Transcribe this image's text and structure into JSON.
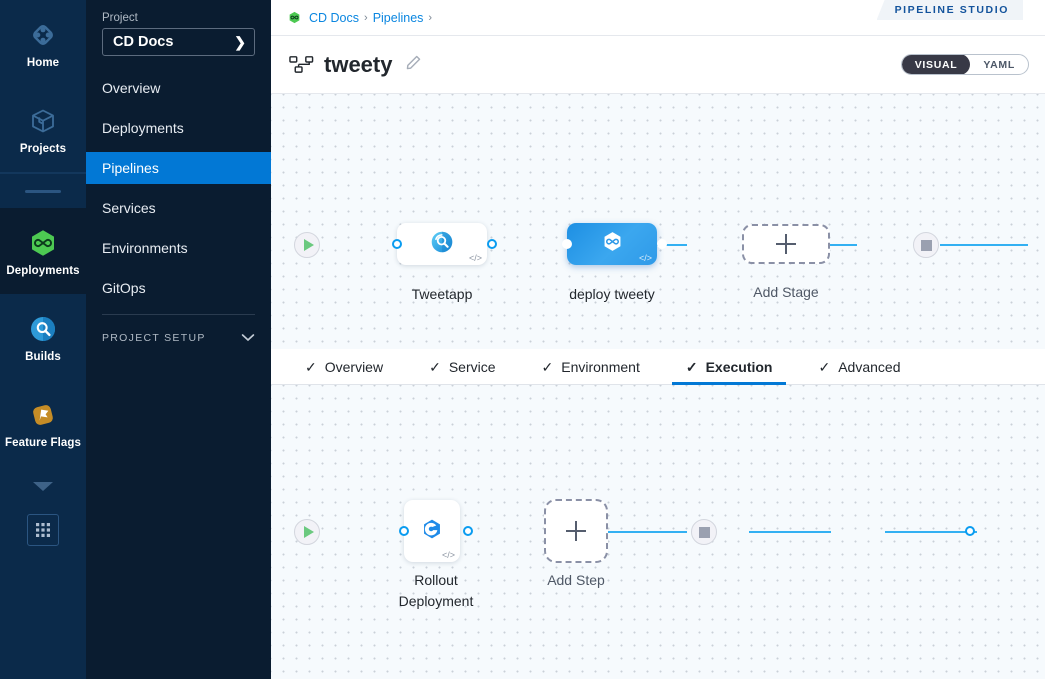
{
  "rail": {
    "items": [
      {
        "label": "Home",
        "icon": "home-diamond-icon"
      },
      {
        "label": "Projects",
        "icon": "projects-cube-icon"
      },
      {
        "label": "Deployments",
        "icon": "deployments-hexagon-icon"
      },
      {
        "label": "Builds",
        "icon": "builds-circle-icon"
      },
      {
        "label": "Feature Flags",
        "icon": "feature-flags-flag-icon"
      }
    ],
    "more_icon": "chevron-down-icon",
    "apps_icon": "grid-apps-icon"
  },
  "sidebar": {
    "kicker": "Project",
    "project_name": "CD Docs",
    "project_chevron": "❯",
    "items": [
      {
        "label": "Overview",
        "active": false
      },
      {
        "label": "Deployments",
        "active": false
      },
      {
        "label": "Pipelines",
        "active": true
      },
      {
        "label": "Services",
        "active": false
      },
      {
        "label": "Environments",
        "active": false
      },
      {
        "label": "GitOps",
        "active": false
      }
    ],
    "setup_label": "PROJECT SETUP",
    "setup_icon": "chevron-down-icon"
  },
  "topbar": {
    "breadcrumb": [
      {
        "label": "CD Docs",
        "type": "link"
      },
      {
        "label": "›",
        "type": "sep"
      },
      {
        "label": "Pipelines",
        "type": "link"
      },
      {
        "label": "›",
        "type": "sep"
      }
    ],
    "module_icon": "cd-module-hexagon-icon",
    "studio_tag": "PIPELINE STUDIO"
  },
  "title_bar": {
    "pipeline_icon": "pipeline-nodes-icon",
    "pipeline_name": "tweety",
    "edit_icon": "pencil-edit-icon",
    "view_toggle": {
      "options": [
        {
          "label": "VISUAL",
          "selected": true
        },
        {
          "label": "YAML",
          "selected": false
        }
      ]
    }
  },
  "stage_canvas": {
    "start_icon": "play-start-icon",
    "end_icon": "stop-end-icon",
    "stages": [
      {
        "label": "Tweetapp",
        "icon": "ci-build-icon",
        "selected": false,
        "code_badge": "</>"
      },
      {
        "label": "deploy tweety",
        "icon": "cd-hexagon-infinity-icon",
        "selected": true,
        "code_badge": "</>"
      }
    ],
    "add_stage": {
      "label": "Add Stage",
      "icon": "plus-icon"
    }
  },
  "stage_tabs": [
    {
      "label": "Overview",
      "check": "✓",
      "active": false
    },
    {
      "label": "Service",
      "check": "✓",
      "active": false
    },
    {
      "label": "Environment",
      "check": "✓",
      "active": false
    },
    {
      "label": "Execution",
      "check": "✓",
      "active": true
    },
    {
      "label": "Advanced",
      "check": "✓",
      "active": false
    }
  ],
  "execution_canvas": {
    "start_icon": "play-start-icon",
    "end_icon": "stop-end-icon",
    "steps": [
      {
        "label": "Rollout\nDeployment",
        "icon": "rollout-deployment-icon",
        "code_badge": "</>"
      }
    ],
    "add_step": {
      "label": "Add Step",
      "icon": "plus-icon"
    }
  },
  "colors": {
    "rail_bg": "#0b2a4a",
    "sidebar_bg": "#0a1c30",
    "accent_blue": "#0278d5",
    "link_blue": "#0a86e0",
    "connector_blue": "#33b0f2",
    "canvas_bg": "#f6fafd",
    "selected_stage": "#2f9ae8",
    "feature_flags_orange": "#c58c26",
    "deployments_green": "#4dc952"
  }
}
